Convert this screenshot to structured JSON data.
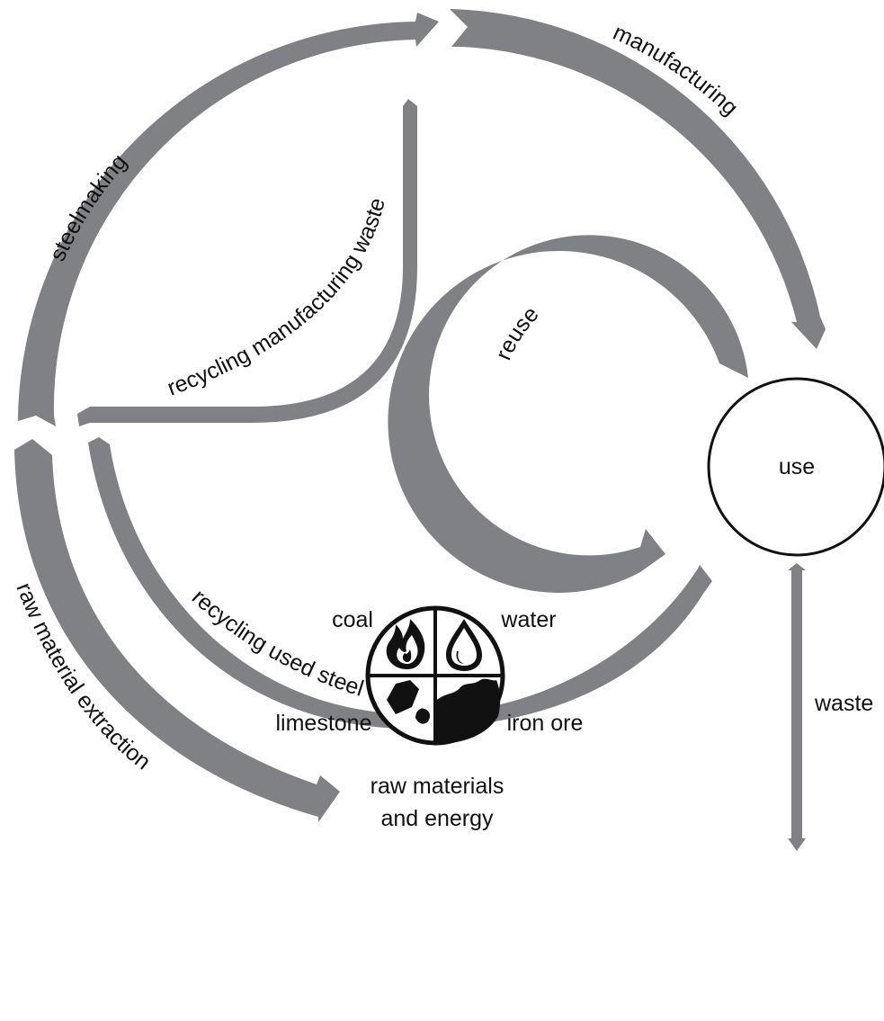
{
  "colors": {
    "arrow": "#808184",
    "ink": "#111111",
    "background": "#ffffff"
  },
  "flows": {
    "steelmaking": "steelmaking",
    "manufacturing": "manufacturing",
    "recycling_manufacturing_waste": "recycling manufacturing waste",
    "reuse": "reuse",
    "recycling_used_steel": "recycling used steel",
    "raw_material_extraction": "raw material extraction",
    "waste": "waste"
  },
  "use_node": {
    "label": "use"
  },
  "raw_materials": {
    "quadrants": {
      "coal": "coal",
      "water": "water",
      "limestone": "limestone",
      "iron_ore": "iron ore"
    },
    "caption_line1": "raw materials",
    "caption_line2": "and energy",
    "icons": [
      "flame-icon",
      "water-drop-icon",
      "rock-icon",
      "ore-landscape-icon"
    ]
  }
}
